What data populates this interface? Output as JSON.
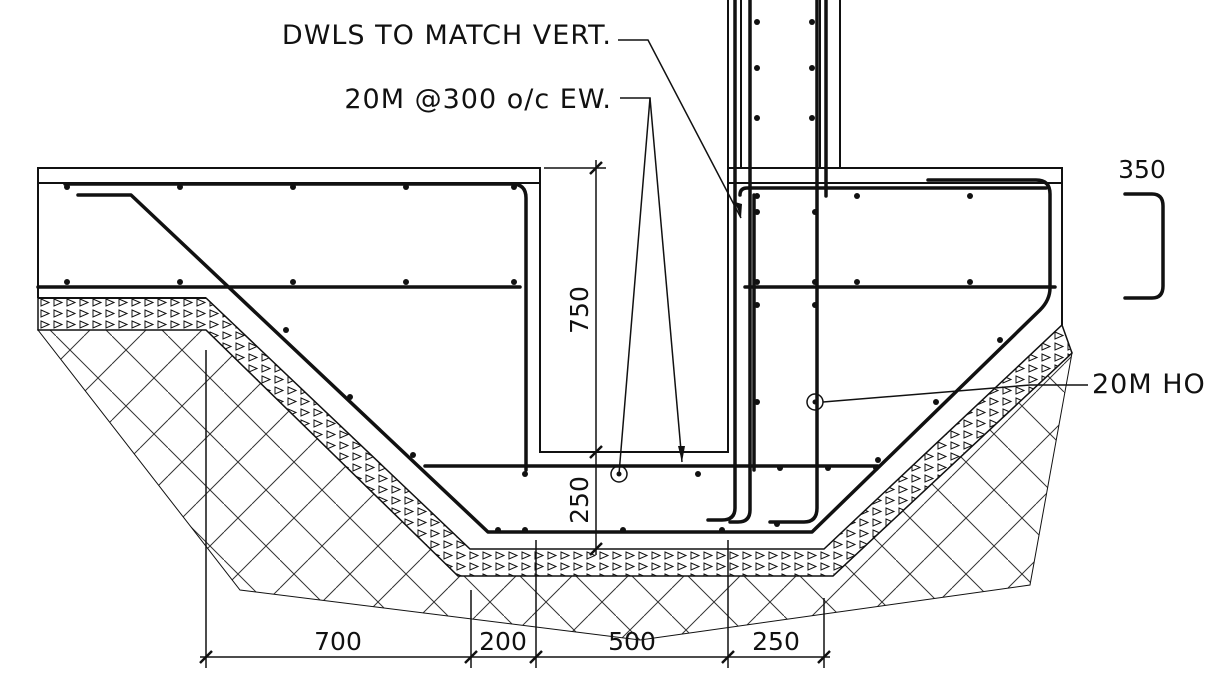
{
  "labels": {
    "dowels": "DWLS TO MATCH VERT.",
    "bars_each_way": "20M @300 o/c EW.",
    "horizontal_bar": "20M HO",
    "hook_length": "350"
  },
  "dimensions": {
    "slab_depth": "750",
    "bottom_depth": "250",
    "bottom_widths": [
      "700",
      "200",
      "500",
      "250"
    ]
  },
  "colors": {
    "line": "#111111",
    "paper": "#ffffff"
  }
}
